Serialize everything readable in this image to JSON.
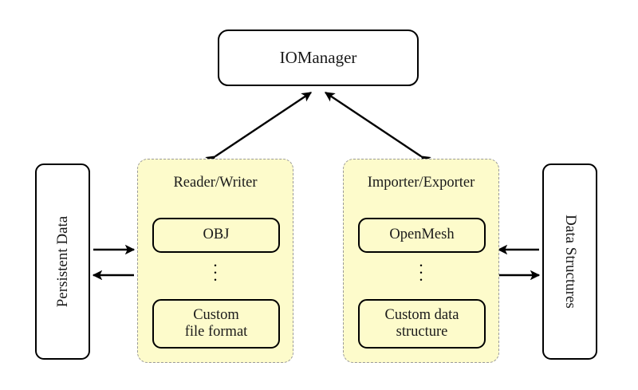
{
  "diagram": {
    "title_node": {
      "label": "IOManager"
    },
    "left_external": {
      "label": "Persistent Data",
      "orientation": "rotated-90-ccw"
    },
    "right_external": {
      "label": "Data Structures",
      "orientation": "rotated-90-cw"
    },
    "panels": [
      {
        "id": "reader-writer",
        "title": "Reader/Writer",
        "items": [
          {
            "id": "obj",
            "lines": [
              "OBJ"
            ]
          },
          {
            "id": "ellipsis",
            "lines": [
              "⋮"
            ]
          },
          {
            "id": "custom-file-format",
            "lines": [
              "Custom",
              "file format"
            ]
          }
        ]
      },
      {
        "id": "importer-exporter",
        "title": "Importer/Exporter",
        "items": [
          {
            "id": "openmesh",
            "lines": [
              "OpenMesh"
            ]
          },
          {
            "id": "ellipsis",
            "lines": [
              "⋮"
            ]
          },
          {
            "id": "custom-data-structure",
            "lines": [
              "Custom data",
              "structure"
            ]
          }
        ]
      }
    ],
    "connections": [
      {
        "id": "iomanager-readerwriter",
        "from": "IOManager",
        "to": "Reader/Writer",
        "style": "double-arrow"
      },
      {
        "id": "iomanager-importerexporter",
        "from": "IOManager",
        "to": "Importer/Exporter",
        "style": "double-arrow"
      },
      {
        "id": "persistentdata-to-readerwriter",
        "from": "Persistent Data",
        "to": "Reader/Writer",
        "style": "single-arrow-right"
      },
      {
        "id": "readerwriter-to-persistentdata",
        "from": "Reader/Writer",
        "to": "Persistent Data",
        "style": "single-arrow-left"
      },
      {
        "id": "datastructures-to-importerexporter",
        "from": "Data Structures",
        "to": "Importer/Exporter",
        "style": "single-arrow-left"
      },
      {
        "id": "importerexporter-to-datastructures",
        "from": "Importer/Exporter",
        "to": "Data Structures",
        "style": "single-arrow-right"
      }
    ],
    "colors": {
      "panel_fill": "#fdfbcb",
      "panel_border": "#9a9a9a",
      "node_border": "#000000",
      "node_fill": "#ffffff",
      "stroke": "#000000",
      "background": "#ffffff"
    }
  }
}
